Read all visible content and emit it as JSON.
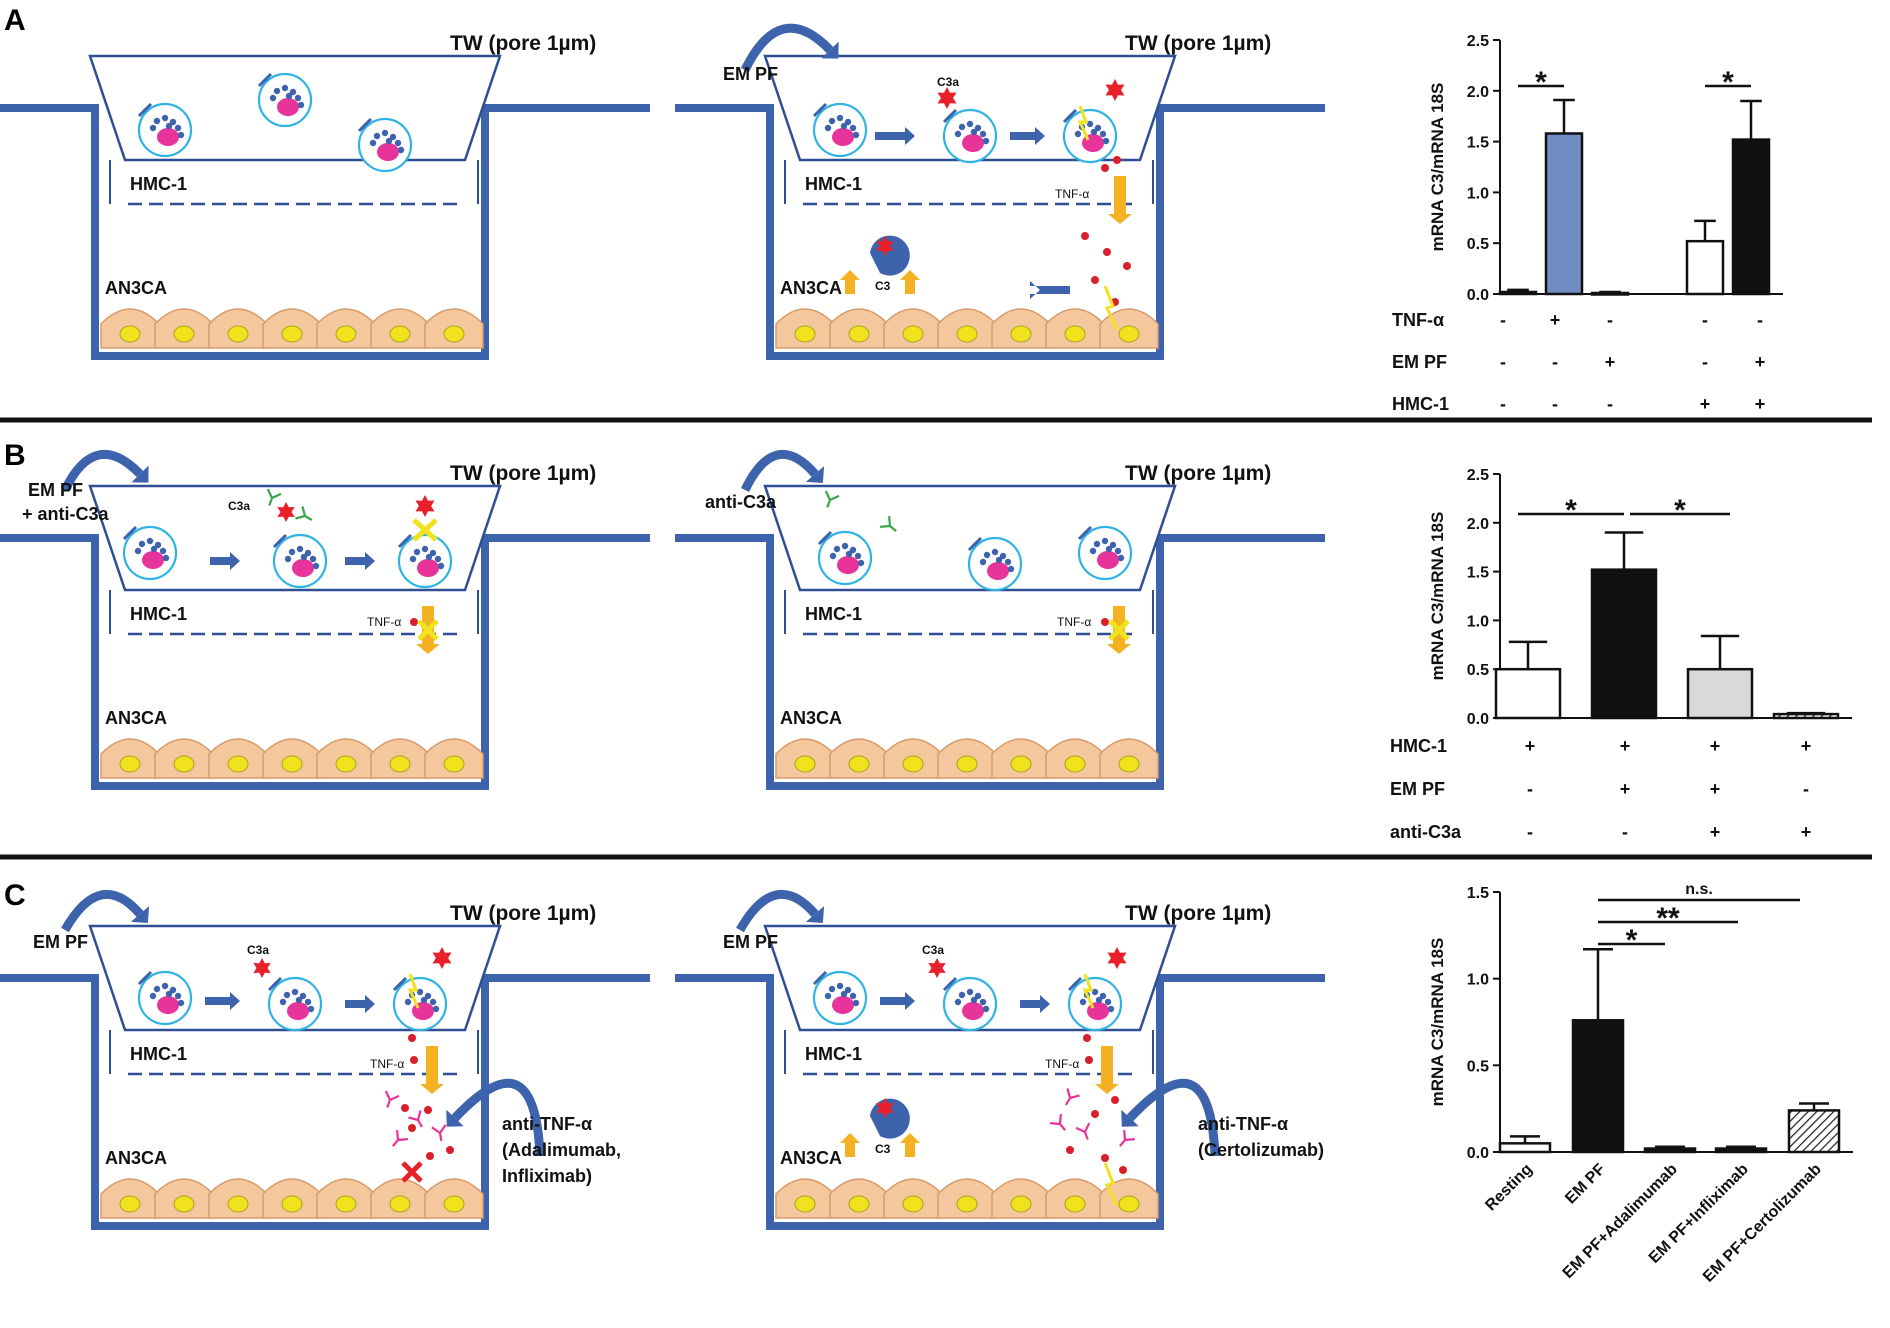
{
  "panels": {
    "A": {
      "letter": "A",
      "left_diagram": {
        "tw_label": "TW (pore 1µm)",
        "upper_cell": "HMC-1",
        "lower_cell": "AN3CA"
      },
      "right_diagram": {
        "tw_label": "TW (pore 1µm)",
        "stimulus": "EM PF",
        "upper_cell": "HMC-1",
        "lower_cell": "AN3CA",
        "c3a": "C3a",
        "tnf": "TNF-α",
        "c3": "C3"
      }
    },
    "B": {
      "letter": "B",
      "left_diagram": {
        "tw_label": "TW (pore 1µm)",
        "stimulus_line1": "EM PF",
        "stimulus_line2": "+ anti-C3a",
        "upper_cell": "HMC-1",
        "lower_cell": "AN3CA",
        "c3a": "C3a",
        "tnf": "TNF-α"
      },
      "right_diagram": {
        "tw_label": "TW (pore 1µm)",
        "stimulus": "anti-C3a",
        "upper_cell": "HMC-1",
        "lower_cell": "AN3CA",
        "tnf": "TNF-α"
      }
    },
    "C": {
      "letter": "C",
      "left_diagram": {
        "tw_label": "TW (pore 1µm)",
        "stimulus": "EM PF",
        "upper_cell": "HMC-1",
        "lower_cell": "AN3CA",
        "c3a": "C3a",
        "tnf": "TNF-α",
        "antibody_line1": "anti-TNF-α",
        "antibody_line2": "(Adalimumab,",
        "antibody_line3": "Infliximab)"
      },
      "right_diagram": {
        "tw_label": "TW (pore 1µm)",
        "stimulus": "EM PF",
        "upper_cell": "HMC-1",
        "lower_cell": "AN3CA",
        "c3a": "C3a",
        "tnf": "TNF-α",
        "c3": "C3",
        "antibody_line1": "anti-TNF-α",
        "antibody_line2": "(Certolizumab)"
      }
    }
  },
  "colors": {
    "wall": "#3d63ad",
    "membrane": "#2e4f93",
    "cell_fill": "#f5c79c",
    "nucleus": "#f0e21d",
    "mast_nucleus": "#e8339a",
    "granule": "#3d63ad",
    "c3a": "#e8202a",
    "tnf": "#d91f2b",
    "signal_arrow": "#f4b223",
    "antibody_green": "#3aa64a",
    "antibody_pink": "#e8339a",
    "bar_blue": "#6f8dc3",
    "bar_black": "#111111",
    "bar_gray": "#d9d9d9"
  },
  "chart_data": [
    {
      "type": "bar",
      "panel": "A",
      "ylabel": "mRNA C3/mRNA 18S",
      "ylim": [
        0,
        2.5
      ],
      "yticks": [
        "0.0",
        "0.5",
        "1.0",
        "1.5",
        "2.0",
        "2.5"
      ],
      "values": [
        0.02,
        1.58,
        0.01,
        0.52,
        1.52
      ],
      "errors": [
        0.02,
        0.33,
        0.01,
        0.2,
        0.38
      ],
      "fills": [
        "white",
        "blue",
        "white",
        "white",
        "black"
      ],
      "significance": [
        "*",
        "*"
      ],
      "condition_rows": [
        {
          "label": "TNF-α",
          "signs": [
            "-",
            "+",
            "-",
            "-",
            "-"
          ]
        },
        {
          "label": "EM PF",
          "signs": [
            "-",
            "-",
            "+",
            "-",
            "+"
          ]
        },
        {
          "label": "HMC-1",
          "signs": [
            "-",
            "-",
            "-",
            "+",
            "+"
          ]
        }
      ]
    },
    {
      "type": "bar",
      "panel": "B",
      "ylabel": "mRNA C3/mRNA 18S",
      "ylim": [
        0,
        2.5
      ],
      "yticks": [
        "0.0",
        "0.5",
        "1.0",
        "1.5",
        "2.0",
        "2.5"
      ],
      "values": [
        0.5,
        1.52,
        0.5,
        0.04
      ],
      "errors": [
        0.28,
        0.38,
        0.34,
        0.01
      ],
      "fills": [
        "white",
        "black",
        "gray",
        "hatched"
      ],
      "significance": [
        "*",
        "*"
      ],
      "condition_rows": [
        {
          "label": "HMC-1",
          "signs": [
            "+",
            "+",
            "+",
            "+"
          ]
        },
        {
          "label": "EM PF",
          "signs": [
            "-",
            "+",
            "+",
            "-"
          ]
        },
        {
          "label": "anti-C3a",
          "signs": [
            "-",
            "-",
            "+",
            "+"
          ]
        }
      ]
    },
    {
      "type": "bar",
      "panel": "C",
      "ylabel": "mRNA C3/mRNA 18S",
      "ylim": [
        0,
        1.5
      ],
      "yticks": [
        "0.0",
        "0.5",
        "1.0",
        "1.5"
      ],
      "categories": [
        "Resting",
        "EM PF",
        "EM PF+Adalimumab",
        "EM PF+Infliximab",
        "EM PF+Certolizumab"
      ],
      "values": [
        0.05,
        0.76,
        0.02,
        0.02,
        0.24
      ],
      "errors": [
        0.04,
        0.41,
        0.01,
        0.01,
        0.04
      ],
      "fills": [
        "white",
        "black",
        "black",
        "black",
        "hatched"
      ],
      "significance": [
        "*",
        "**",
        "n.s."
      ]
    }
  ]
}
